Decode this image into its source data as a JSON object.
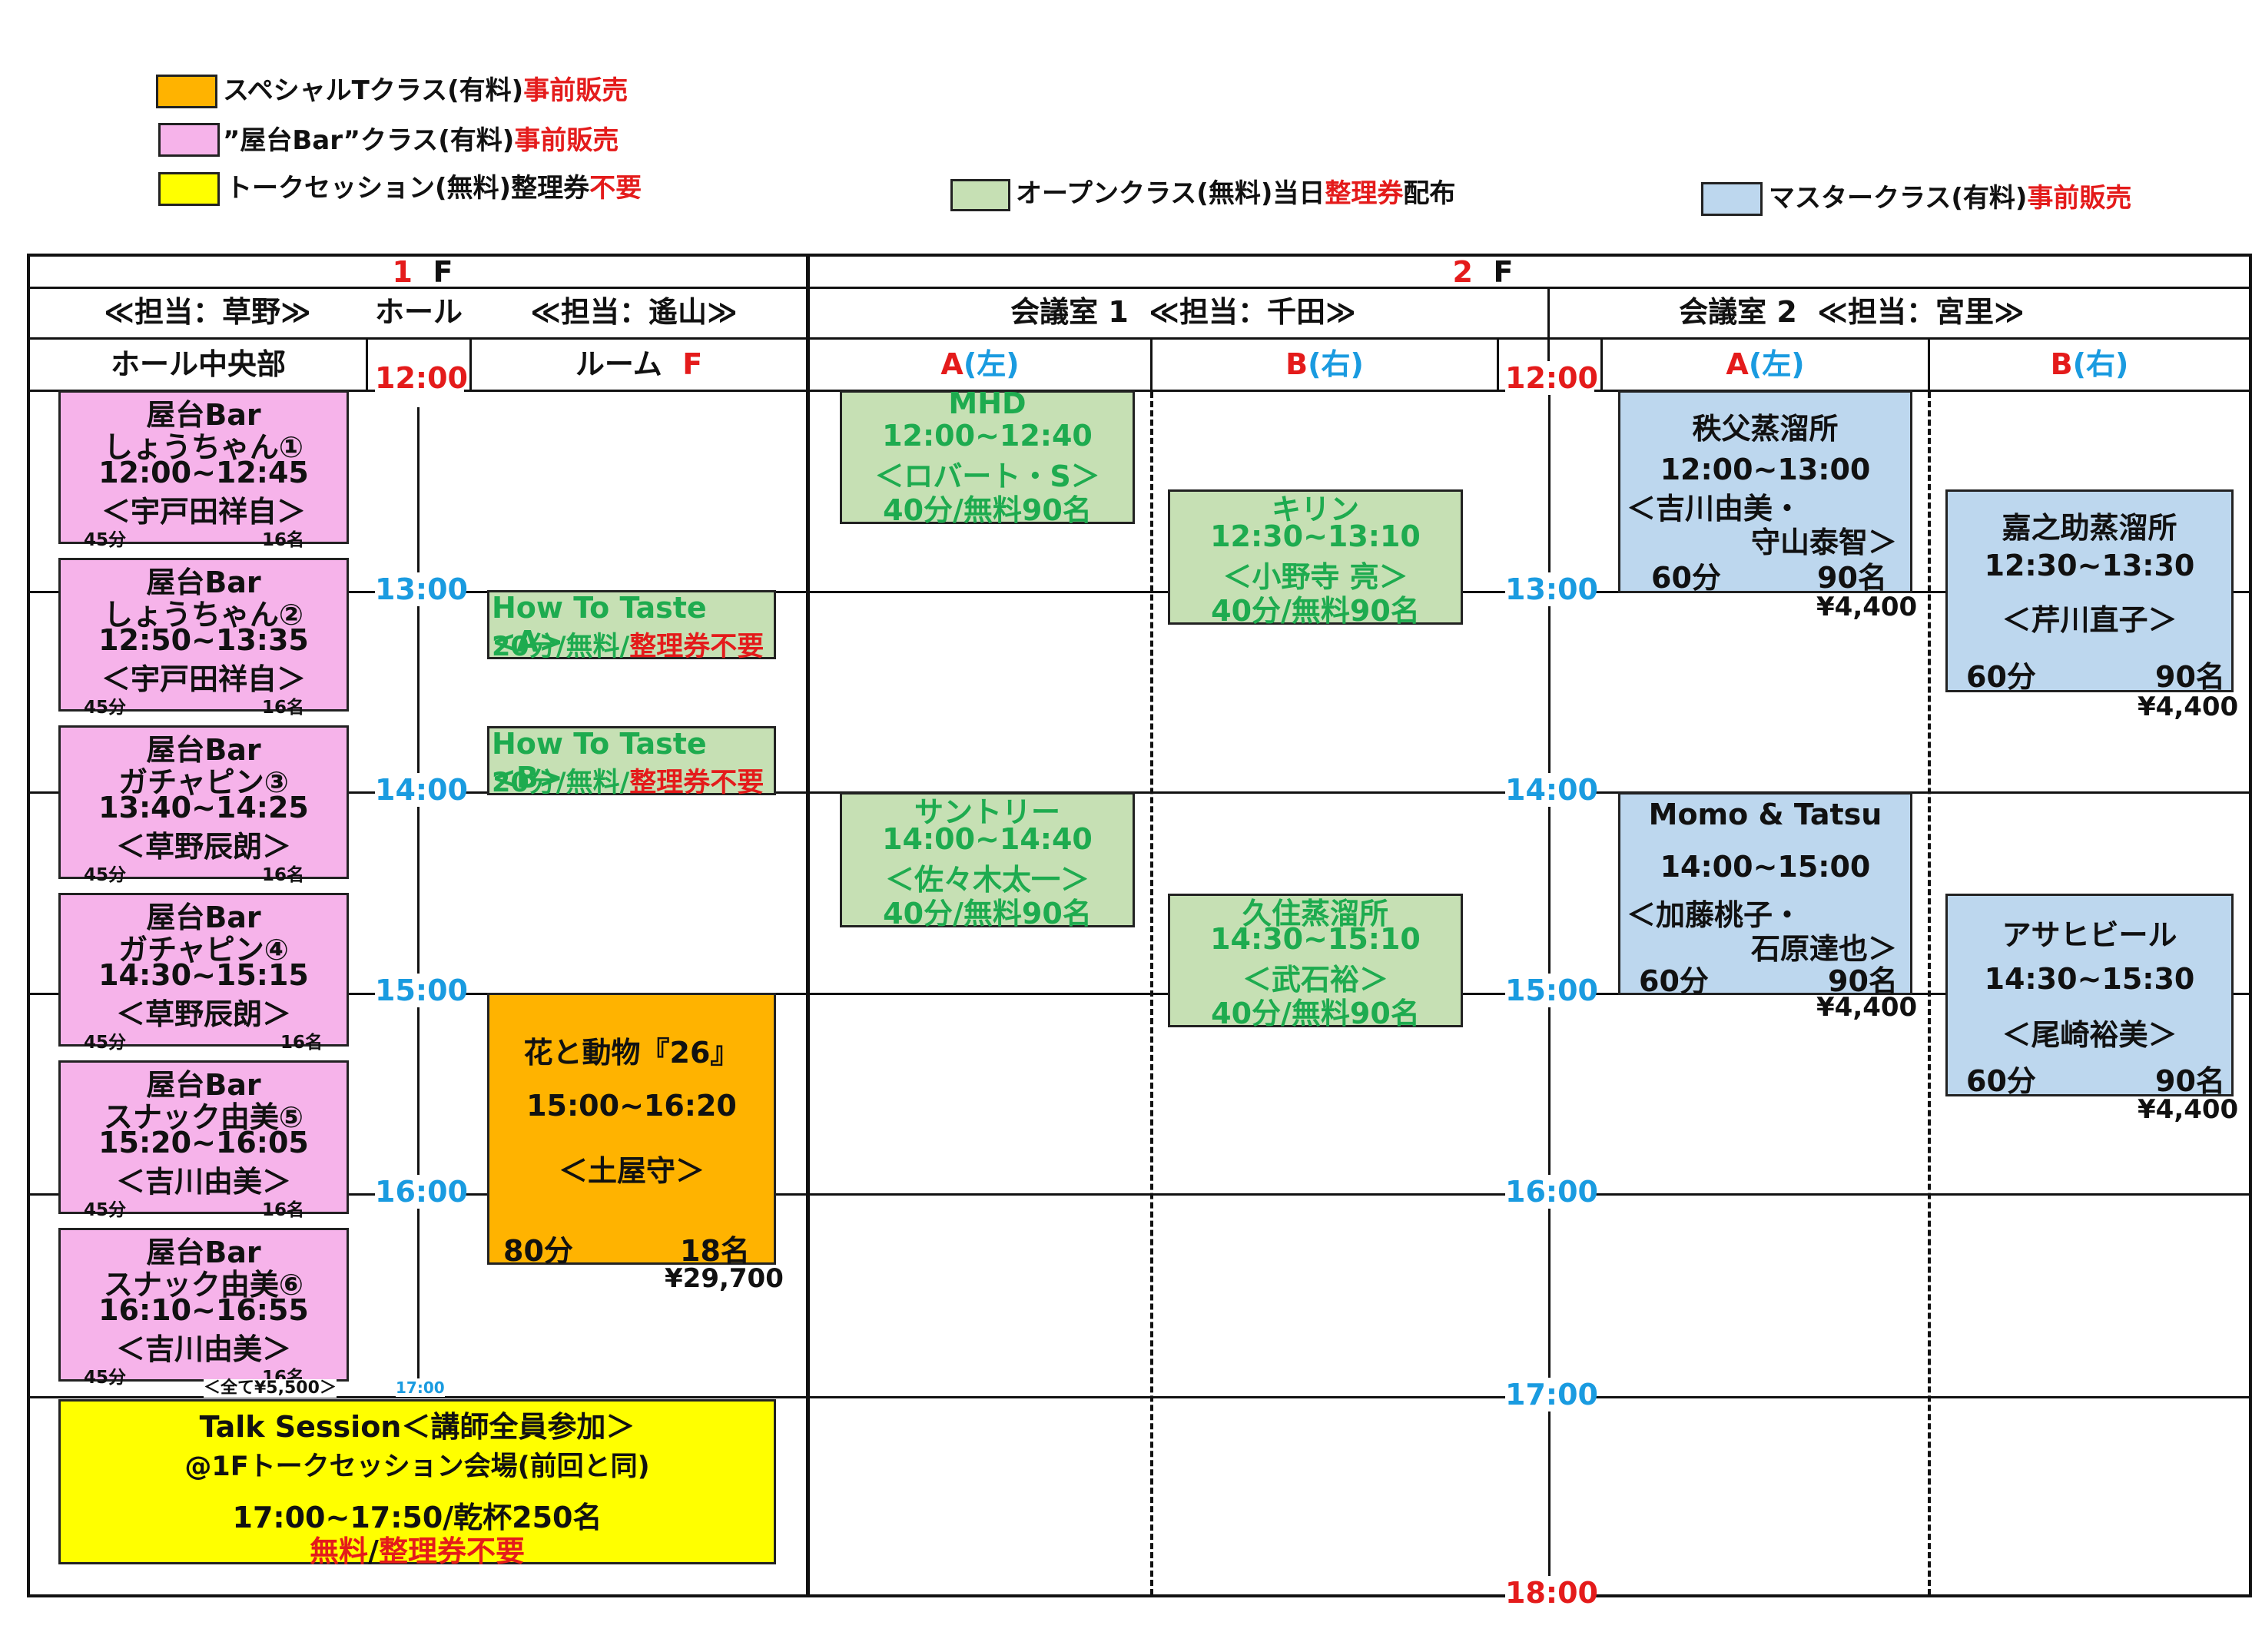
{
  "colors": {
    "special": "#ffb300",
    "yatai": "#f6b3ea",
    "talk": "#ffff00",
    "open": "#c6e0b4",
    "master": "#bdd7ee",
    "red": "#e41b1b",
    "blue": "#1a9be0",
    "green": "#1eab4f"
  },
  "legend": {
    "special": {
      "name": "スペシャルTクラス(有料)",
      "tag": "事前販売"
    },
    "yatai": {
      "name": "”屋台Bar”クラス(有料)",
      "tag": "事前販売"
    },
    "talk": {
      "name": "トークセッション(無料)整理券",
      "tag": "不要"
    },
    "open": {
      "name": "オープンクラス(無料)当日",
      "tag": "整理券",
      "suffix": "配布"
    },
    "master": {
      "name": "マスタークラス(有料)",
      "tag": "事前販売"
    }
  },
  "floors": {
    "f1_num": "1",
    "f1_suffix": "F",
    "f2_num": "2",
    "f2_suffix": "F"
  },
  "header": {
    "f1_left": "≪担当：草野≫",
    "f1_hall": "ホール",
    "f1_right": "≪担当：遙山≫",
    "room1": "会議室 1  ≪担当：千田≫",
    "room2": "会議室 2  ≪担当：宮里≫",
    "hall_center": "ホール中央部",
    "room_f_prefix": "ルーム",
    "room_f_suffix": "F",
    "a_letter": "A",
    "a_side": "(左)",
    "b_letter": "B",
    "b_side": "(右)"
  },
  "times": {
    "t12": "12:00",
    "t13": "13:00",
    "t14": "14:00",
    "t15": "15:00",
    "t16": "16:00",
    "t17": "17:00",
    "t18": "18:00",
    "t17_small": "17:00"
  },
  "yatai": [
    {
      "l1": "屋台Bar",
      "l2": "しょうちゃん①",
      "l3": "12:00~12:45",
      "l4": "＜宇戸田祥自＞",
      "dur": "45分",
      "cap": "16名"
    },
    {
      "l1": "屋台Bar",
      "l2": "しょうちゃん②",
      "l3": "12:50~13:35",
      "l4": "＜宇戸田祥自＞",
      "dur": "45分",
      "cap": "16名"
    },
    {
      "l1": "屋台Bar",
      "l2": "ガチャピン③",
      "l3": "13:40~14:25",
      "l4": "＜草野辰朗＞",
      "dur": "45分",
      "cap": "16名"
    },
    {
      "l1": "屋台Bar",
      "l2": "ガチャピン④",
      "l3": "14:30~15:15",
      "l4": "＜草野辰朗＞",
      "dur": "45分",
      "cap": "16名"
    },
    {
      "l1": "屋台Bar",
      "l2": "スナック由美⑤",
      "l3": "15:20~16:05",
      "l4": "＜吉川由美＞",
      "dur": "45分",
      "cap": "16名"
    },
    {
      "l1": "屋台Bar",
      "l2": "スナック由美⑥",
      "l3": "16:10~16:55",
      "l4": "＜吉川由美＞",
      "dur": "45分",
      "cap": "16名"
    }
  ],
  "yatai_price": "＜全て¥5,500＞",
  "howto": [
    {
      "title": "How To Taste <A>",
      "meta": "20分/無料/",
      "tag": "整理券不要"
    },
    {
      "title": "How To Taste <B>",
      "meta": "20分/無料/",
      "tag": "整理券不要"
    }
  ],
  "special": {
    "title": "花と動物『26』",
    "time": "15:00~16:20",
    "host": "＜土屋守＞",
    "dur": "80分",
    "cap": "18名",
    "price": "¥29,700"
  },
  "talk": {
    "title": "Talk Session＜講師全員参加＞",
    "venue": "@1Fトークセッション会場(前回と同)",
    "time": "17:00~17:50/乾杯250名",
    "free": "無料",
    "sep": "/",
    "tag": "整理券不要"
  },
  "open": [
    {
      "l1": "MHD",
      "l2": "12:00~12:40",
      "l3": "＜ロバート・S＞",
      "l4": "40分/無料90名"
    },
    {
      "l1": "キリン",
      "l2": "12:30~13:10",
      "l3": "＜小野寺 亮＞",
      "l4": "40分/無料90名"
    },
    {
      "l1": "サントリー",
      "l2": "14:00~14:40",
      "l3": "＜佐々木太一＞",
      "l4": "40分/無料90名"
    },
    {
      "l1": "久住蒸溜所",
      "l2": "14:30~15:10",
      "l3": "＜武石裕＞",
      "l4": "40分/無料90名"
    }
  ],
  "master": [
    {
      "l1": "秩父蒸溜所",
      "l2": "12:00~13:00",
      "l3": "＜吉川由美・",
      "l4": "守山泰智＞",
      "dur": "60分",
      "cap": "90名",
      "price": "¥4,400"
    },
    {
      "l1": "嘉之助蒸溜所",
      "l2": "12:30~13:30",
      "l3": "＜芹川直子＞",
      "l4": "",
      "dur": "60分",
      "cap": "90名",
      "price": "¥4,400"
    },
    {
      "l1": "Momo & Tatsu",
      "l2": "14:00~15:00",
      "l3": "＜加藤桃子・",
      "l4": "石原達也＞",
      "dur": "60分",
      "cap": "90名",
      "price": "¥4,400"
    },
    {
      "l1": "アサヒビール",
      "l2": "14:30~15:30",
      "l3": "＜尾崎裕美＞",
      "l4": "",
      "dur": "60分",
      "cap": "90名",
      "price": "¥4,400"
    }
  ]
}
